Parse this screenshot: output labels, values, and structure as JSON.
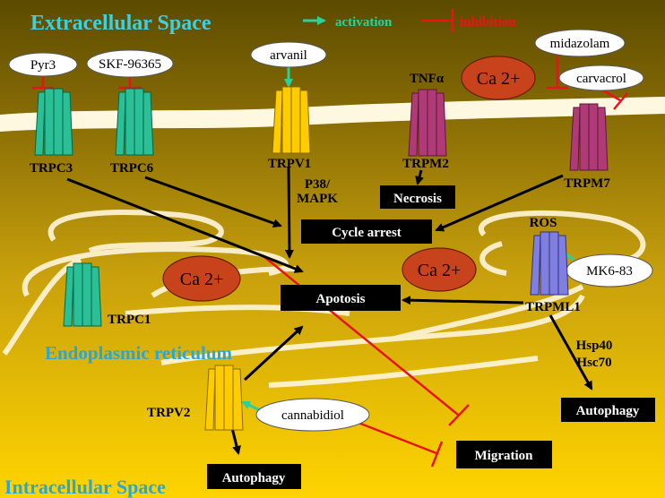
{
  "regions": {
    "extracellular": "Extracellular Space",
    "intracellular": "Intracellular Space",
    "er": "Endoplasmic reticulum"
  },
  "legend": {
    "activation": "activation",
    "inhibition": "inhibition"
  },
  "modulators": {
    "pyr3": "Pyr3",
    "skf": "SKF-96365",
    "arvanil": "arvanil",
    "midazolam": "midazolam",
    "carvacrol": "carvacrol",
    "mk683": "MK6-83",
    "cannabidiol": "cannabidiol"
  },
  "channels": {
    "trpc3": "TRPC3",
    "trpc6": "TRPC6",
    "trpv1": "TRPV1",
    "trpm2": "TRPM2",
    "trpm7": "TRPM7",
    "trpc1": "TRPC1",
    "trpml1": "TRPML1",
    "trpv2": "TRPV2"
  },
  "mediators": {
    "tnf": "TNFα",
    "p38_line1": "P38/",
    "p38_line2": "MAPK",
    "ros": "ROS",
    "hsp40": "Hsp40",
    "hsc70": "Hsc70"
  },
  "calcium": "Ca 2+",
  "outcomes": {
    "necrosis": "Necrosis",
    "cycle_arrest": "Cycle arrest",
    "apoptosis": "Apotosis",
    "autophagy": "Autophagy",
    "migration": "Migration"
  },
  "colors": {
    "trpc": "#2bbf98",
    "trpv": "#ffcc00",
    "trpm": "#b03a78",
    "trpml": "#7f7fe0",
    "calcium": "#c8421b",
    "activation": "#2bd19a",
    "inhibition": "#e8141a",
    "region_title": "#3fd0e0"
  }
}
